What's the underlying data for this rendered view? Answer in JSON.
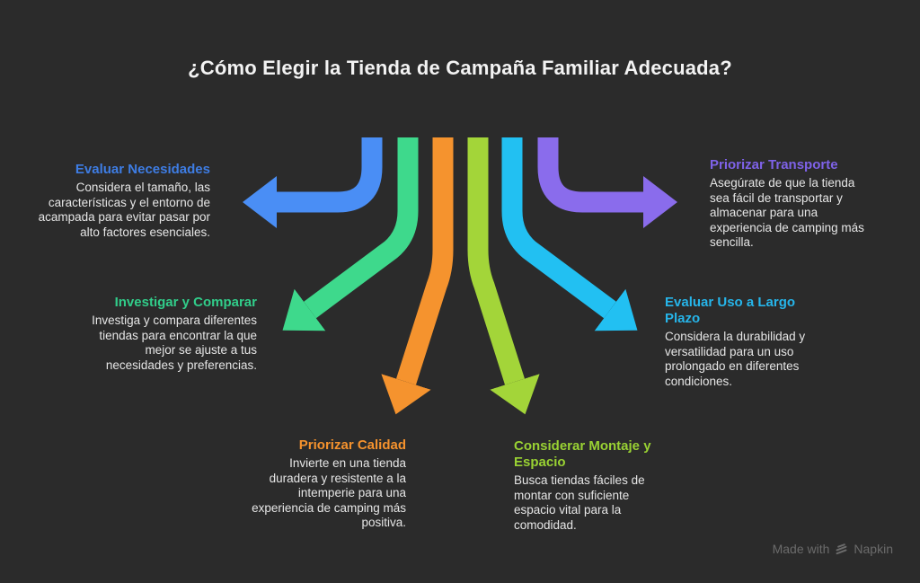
{
  "title": "¿Cómo Elegir la Tienda de Campaña Familiar Adecuada?",
  "background_color": "#2b2b2b",
  "sections": [
    {
      "heading": "Evaluar Necesidades",
      "body": "Considera el tamaño, las características y el entorno de acampada para evitar pasar por alto factores esenciales.",
      "color": "#3e7de4",
      "arrow_color": "#4a8ef5",
      "arrow_direction": "left"
    },
    {
      "heading": "Investigar y Comparar",
      "body": "Investiga y compara diferentes tiendas para encontrar la que mejor se ajuste a tus necesidades y preferencias.",
      "color": "#31cd8a",
      "arrow_color": "#3ed98c",
      "arrow_direction": "down-left"
    },
    {
      "heading": "Priorizar Calidad",
      "body": "Invierte en una tienda duradera y resistente a la intemperie para una experiencia de camping más positiva.",
      "color": "#f5922d",
      "arrow_color": "#f5932e",
      "arrow_direction": "down"
    },
    {
      "heading": "Considerar Montaje y Espacio",
      "body": "Busca tiendas fáciles de montar con suficiente espacio vital para la comodidad.",
      "color": "#99d233",
      "arrow_color": "#a3d539",
      "arrow_direction": "down"
    },
    {
      "heading": "Evaluar Uso a Largo Plazo",
      "body": "Considera la durabilidad y versatilidad para un uso prolongado en diferentes condiciones.",
      "color": "#26b5ea",
      "arrow_color": "#22c0f2",
      "arrow_direction": "down-right"
    },
    {
      "heading": "Priorizar Transporte",
      "body": "Asegúrate de que la tienda sea fácil de transportar y almacenar para una experiencia de camping más sencilla.",
      "color": "#7e62e8",
      "arrow_color": "#8a6cec",
      "arrow_direction": "right"
    }
  ],
  "watermark": {
    "prefix": "Made with",
    "brand": "Napkin",
    "color": "#6b6b6b"
  }
}
